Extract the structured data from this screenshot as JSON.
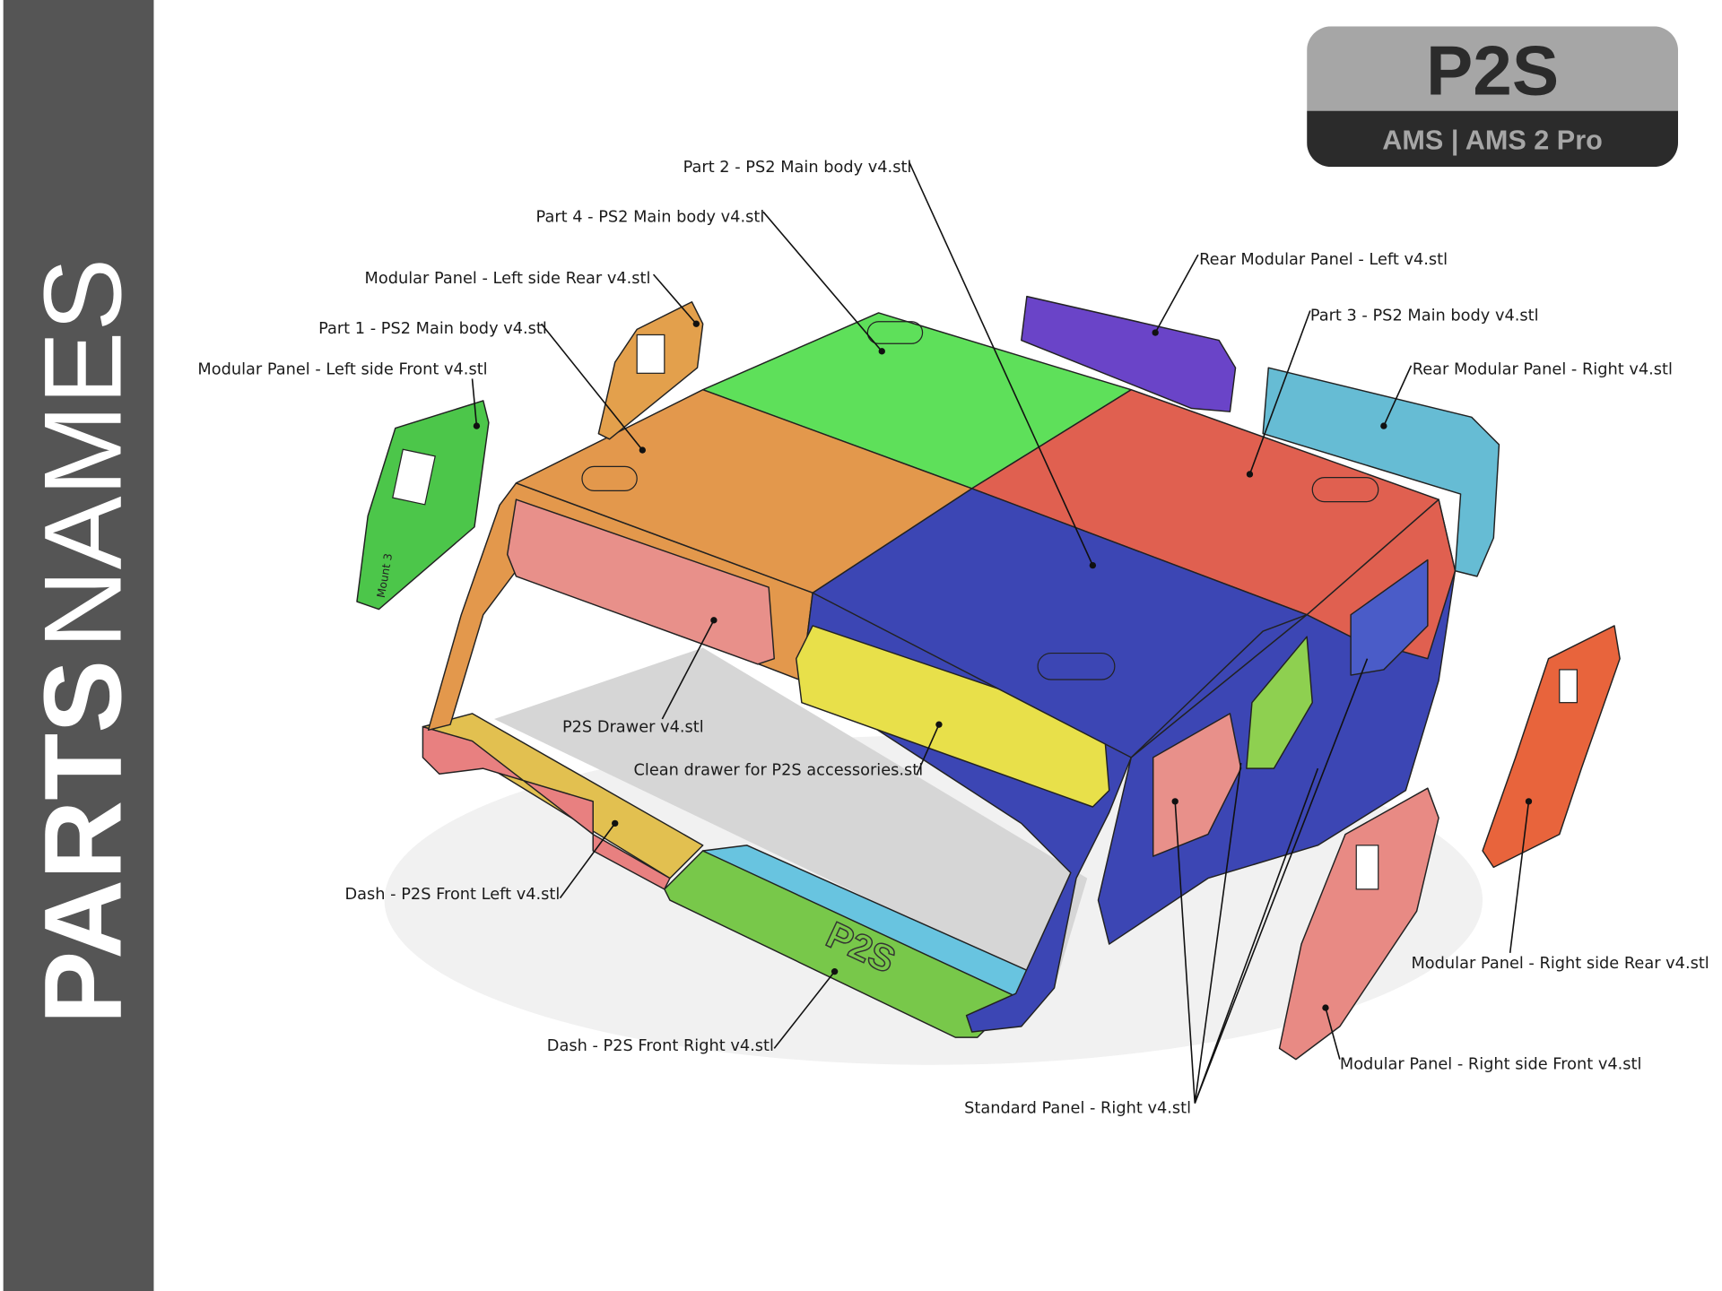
{
  "sidebar": {
    "title_bold": "PARTS",
    "title_light": "NAMES"
  },
  "badge": {
    "model": "P2S",
    "subtitle": "AMS | AMS 2 Pro"
  },
  "colors": {
    "sidebar": "#555555",
    "badge_top": "#a6a6a6",
    "badge_bottom": "#2b2b2b",
    "green": "#5ee05a",
    "orange": "#e3984c",
    "red": "#e06050",
    "blue": "#3c46b4",
    "yellow": "#e8e04a",
    "pink": "#e8908a",
    "purple": "#6a44c8",
    "cyan": "#66bcd4"
  },
  "labels": {
    "part2": "Part 2 - PS2 Main body v4.stl",
    "part4": "Part 4 - PS2 Main body v4.stl",
    "mp_left_rear": "Modular Panel - Left side Rear v4.stl",
    "part1": "Part 1 - PS2 Main body v4.stl",
    "mp_left_front": "Modular Panel - Left side Front v4.stl",
    "rear_mp_left": "Rear Modular Panel - Left v4.stl",
    "part3": "Part 3 - PS2 Main body v4.stl",
    "rear_mp_right": "Rear Modular Panel - Right v4.stl",
    "drawer": "P2S Drawer v4.stl",
    "clean_drawer": "Clean drawer for P2S accessories.stl",
    "dash_front_left": "Dash - P2S Front Left v4.stl",
    "dash_front_right": "Dash - P2S Front Right v4.stl",
    "standard_panel_right": "Standard Panel - Right v4.stl",
    "mp_right_rear": "Modular Panel - Right side Rear v4.stl",
    "mp_right_front": "Modular Panel - Right side Front v4.stl"
  },
  "engraving": {
    "panel_text": "Mount 3",
    "dash_logo": "P2S"
  }
}
